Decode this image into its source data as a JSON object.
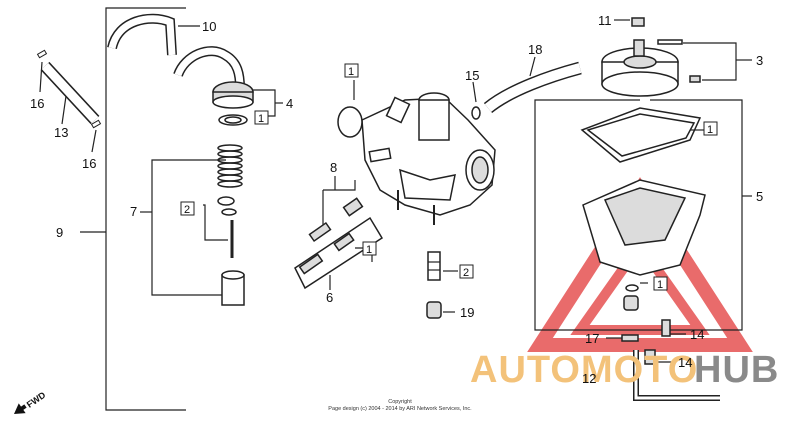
{
  "callouts": {
    "c10": "10",
    "c4": "4",
    "c16a": "16",
    "c13": "13",
    "c16b": "16",
    "c7": "7",
    "c9": "9",
    "c8": "8",
    "c6": "6",
    "c15": "15",
    "c18": "18",
    "c11": "11",
    "c3": "3",
    "c5": "5",
    "c19": "19",
    "c17": "17",
    "c14a": "14",
    "c14b": "14",
    "c12": "12"
  },
  "boxed_labels": {
    "b_body": "1",
    "b_ring4": "1",
    "b_jet7": "2",
    "b_gasket": "1",
    "b_plug6": "1",
    "b_jet": "2",
    "b_bowl": "1"
  },
  "copyright": {
    "line1": "Copyright",
    "line2": "Page design (c) 2004 - 2014 by ARI Network Services, Inc."
  },
  "watermark": {
    "part1": "AUTOMOTO",
    "part2": "HUB",
    "color_accent": "#f3c27a",
    "color_triangle": "#e23a3a"
  },
  "fwd_label": "FWD"
}
